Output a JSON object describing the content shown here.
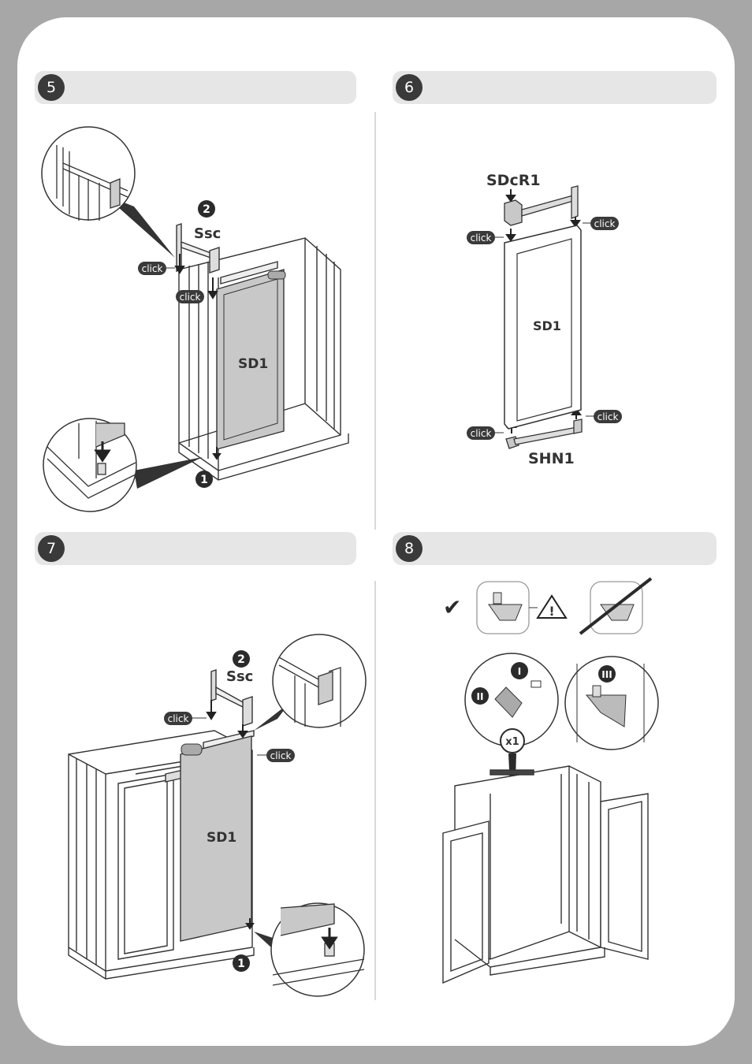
{
  "steps": [
    {
      "number": "5",
      "part_label": "SD1",
      "rail_label": "Ssc",
      "callout_1": "1",
      "callout_2": "2",
      "click_a": "click",
      "click_b": "click"
    },
    {
      "number": "6",
      "part_label": "SD1",
      "top_label": "SDcR1",
      "bottom_label": "SHN1",
      "click_a": "click",
      "click_b": "click",
      "click_c": "click",
      "click_d": "click"
    },
    {
      "number": "7",
      "part_label": "SD1",
      "rail_label": "Ssc",
      "callout_1": "1",
      "callout_2": "2",
      "click_a": "click",
      "click_b": "click"
    },
    {
      "number": "8",
      "check_mark": "✔",
      "warning_mark": "!",
      "roman_1": "I",
      "roman_2": "II",
      "roman_3": "III",
      "quantity": "x1"
    }
  ],
  "colors": {
    "page_bg": "#a7a7a7",
    "sheet": "#ffffff",
    "header": "#e6e6e6",
    "badge": "#3a3a3a",
    "panel_gray": "#c8c8c8"
  }
}
